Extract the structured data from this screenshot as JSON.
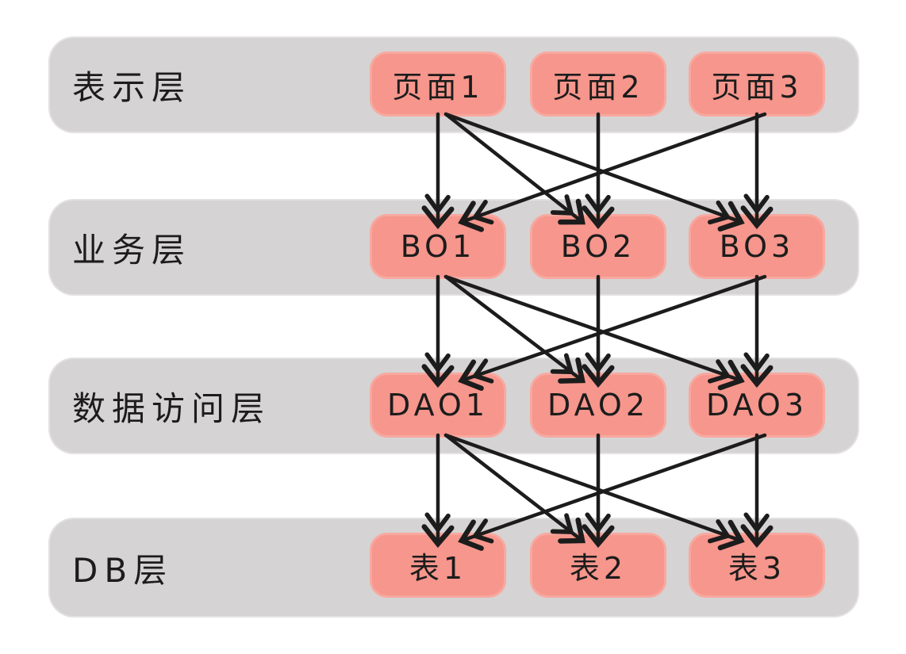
{
  "diagram": {
    "title": "layered-architecture-diagram",
    "colors": {
      "background": "#ffffff",
      "band_fill": "#d6d3d4",
      "node_fill": "#f6968c",
      "node_border": "#f8a89f",
      "ink": "#1c1c1c"
    },
    "layers": [
      {
        "label": "表示层",
        "nodes": [
          {
            "label": "页面1"
          },
          {
            "label": "页面2"
          },
          {
            "label": "页面3"
          }
        ]
      },
      {
        "label": "业务层",
        "nodes": [
          {
            "label": "BO1"
          },
          {
            "label": "BO2"
          },
          {
            "label": "BO3"
          }
        ]
      },
      {
        "label": "数据访问层",
        "nodes": [
          {
            "label": "DAO1"
          },
          {
            "label": "DAO2"
          },
          {
            "label": "DAO3"
          }
        ]
      },
      {
        "label": "DB层",
        "nodes": [
          {
            "label": "表1"
          },
          {
            "label": "表2"
          },
          {
            "label": "表3"
          }
        ]
      }
    ],
    "edges_per_gap": [
      [
        0,
        0
      ],
      [
        0,
        1
      ],
      [
        0,
        2
      ],
      [
        1,
        1
      ],
      [
        2,
        0
      ],
      [
        2,
        2
      ]
    ],
    "gap_count": 3,
    "arrow_style": "hand-drawn double-chevron heads, black ink"
  }
}
